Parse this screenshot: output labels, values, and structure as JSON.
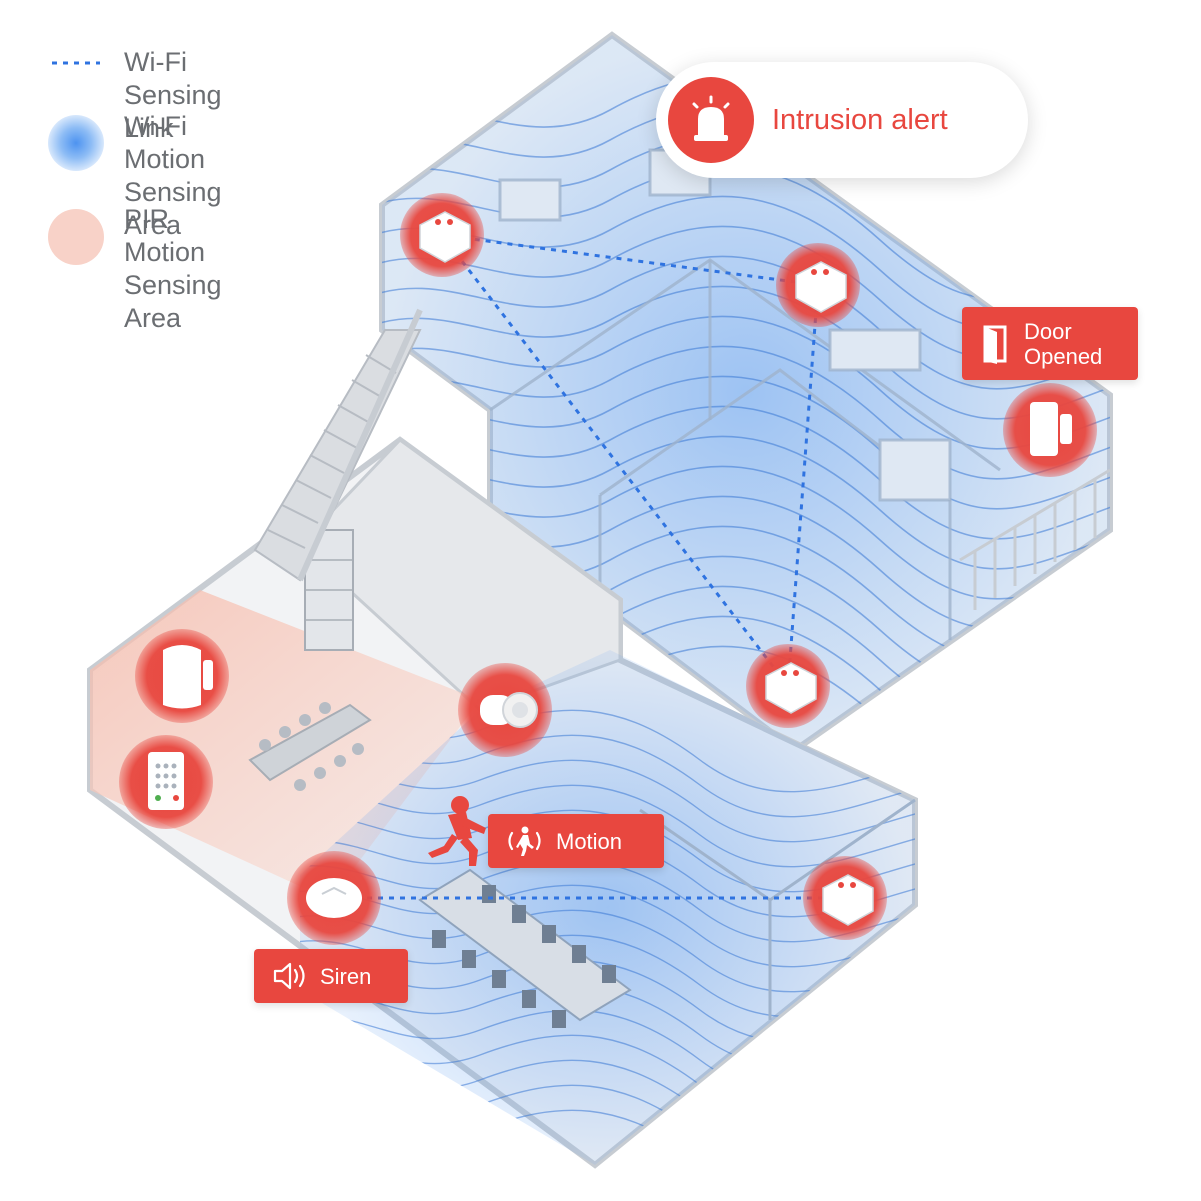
{
  "legend": {
    "link_label": "Wi-Fi Sensing Link",
    "wifi_area_line1": "Wi-Fi Motion",
    "wifi_area_line2": "Sensing Area",
    "pir_area_line1": "PIR Motion",
    "pir_area_line2": "Sensing Area"
  },
  "alert": {
    "label": "Intrusion alert",
    "icon": "siren-light-icon"
  },
  "tags": {
    "door": {
      "line1": "Door",
      "line2": "Opened",
      "icon": "door-icon"
    },
    "motion": {
      "label": "Motion",
      "icon": "walking-person-icon"
    },
    "siren": {
      "label": "Siren",
      "icon": "speaker-icon"
    }
  },
  "colors": {
    "accent_red": "#e8473f",
    "wifi_blue": "#5b9cf0",
    "pir_pink": "#f8d2c8",
    "link_blue": "#2f73e0",
    "text_gray": "#6b6e72",
    "wall_gray": "#c7ccd2"
  }
}
